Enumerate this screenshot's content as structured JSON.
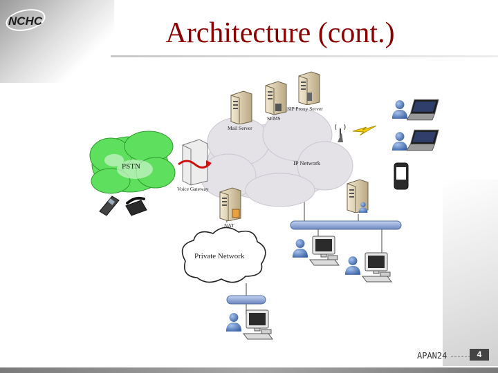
{
  "slide": {
    "title": "Architecture (cont.)",
    "footer": "APAN24",
    "page_number": "4"
  },
  "logo": {
    "text": "NCHC"
  },
  "diagram": {
    "labels": {
      "sip_proxy": "SIP Proxy Server",
      "sems": "SEMS",
      "mail_server": "Mail Server",
      "ip_network": "IP Network",
      "pstn": "PSTN",
      "voice_gateway": "Voice Gateway",
      "nat": "NAT",
      "private_network": "Private Network"
    }
  },
  "colors": {
    "title": "#8b0000",
    "pstn_cloud": "#5ee05e",
    "lan_bus": "#8fa8d8",
    "user_icon": "#5a7fb8",
    "wireless_bolt": "#f0d000"
  }
}
